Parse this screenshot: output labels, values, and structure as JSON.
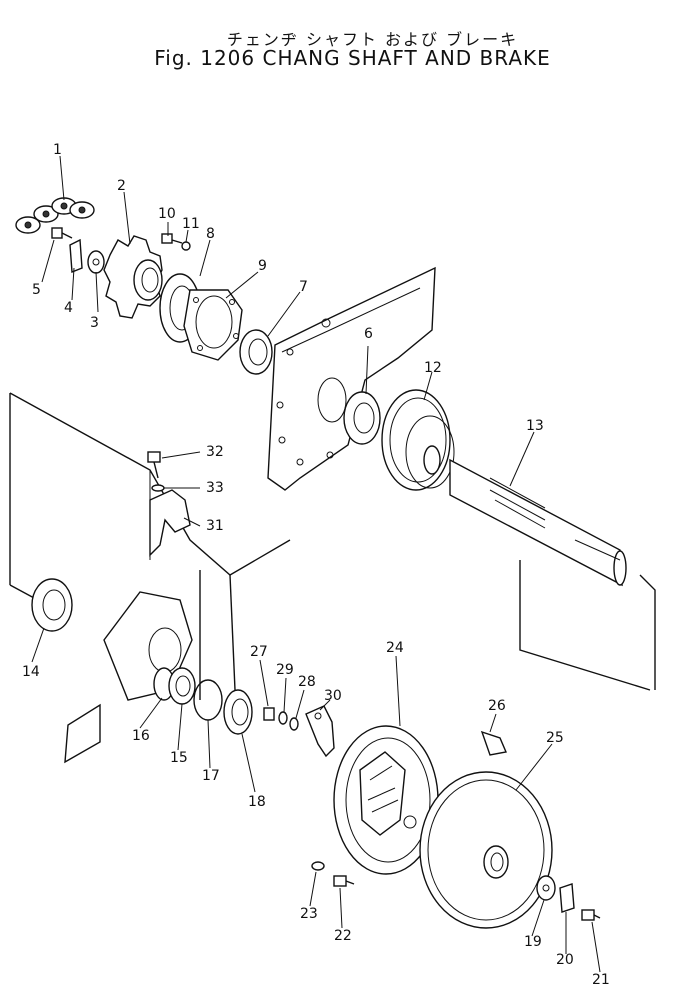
{
  "title": {
    "japanese": "チェンヂ シャフト および ブレーキ",
    "english": "Fig. 1206 CHANG SHAFT AND BRAKE"
  },
  "callouts": [
    "1",
    "2",
    "3",
    "4",
    "5",
    "6",
    "7",
    "8",
    "9",
    "10",
    "11",
    "12",
    "13",
    "14",
    "15",
    "16",
    "17",
    "18",
    "19",
    "20",
    "21",
    "22",
    "23",
    "24",
    "25",
    "26",
    "27",
    "28",
    "29",
    "30",
    "31",
    "32",
    "33"
  ]
}
